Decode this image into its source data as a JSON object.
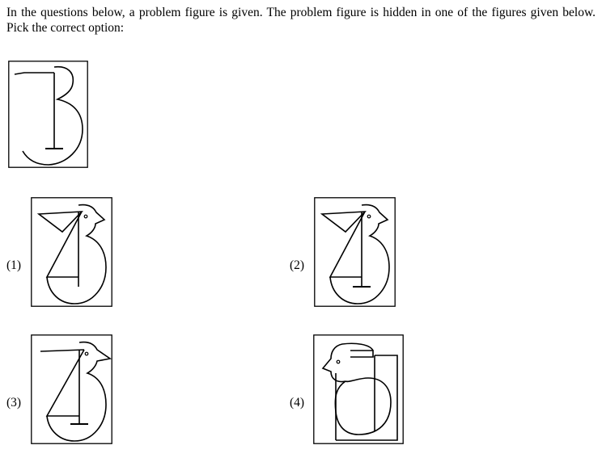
{
  "question": {
    "text": "In the questions below, a problem figure is given. The problem figure is hidden in one of the figures given below. Pick the correct option:"
  },
  "problem_figure": {
    "icon": "hook-3-figure-icon"
  },
  "options": [
    {
      "label": "(1)",
      "icon": "bird-figure-icon"
    },
    {
      "label": "(2)",
      "icon": "bird-figure-icon"
    },
    {
      "label": "(3)",
      "icon": "bird-figure-icon"
    },
    {
      "label": "(4)",
      "icon": "rotated-bird-figure-icon"
    }
  ]
}
